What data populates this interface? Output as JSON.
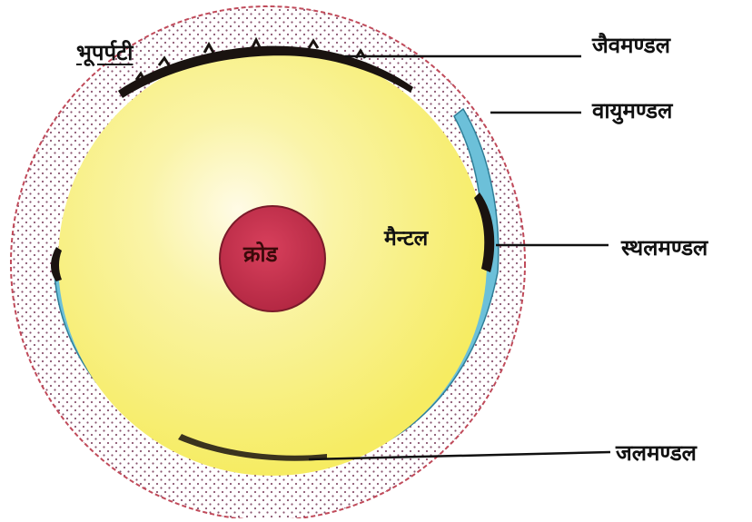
{
  "labels": {
    "crust": "भूपर्पटी",
    "biosphere": "जैवमण्डल",
    "atmosphere": "वायुमण्डल",
    "lithosphere": "स्थलमण्डल",
    "hydrosphere": "जलमण्डल",
    "mantle": "मैन्टल",
    "core": "क्रोड"
  },
  "colors": {
    "mantle_fill": "#f6ec62",
    "mantle_highlight": "#fffbe6",
    "core_fill": "#c8334e",
    "core_edge": "#7a1b2a",
    "water": "#6cc0d9",
    "crust_dark": "#1a1310",
    "atmosphere_dots": "#8a5570",
    "atmosphere_border": "#c04a5a",
    "leader_line": "#111111"
  }
}
